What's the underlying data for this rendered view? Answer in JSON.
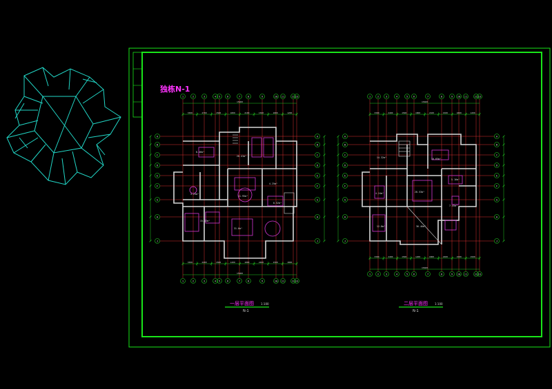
{
  "drawing": {
    "title": "独栋N-1",
    "colors": {
      "frame": "#19e619",
      "axis": "#e03030",
      "dimension": "#22cc22",
      "wall": "#d8d8d8",
      "furniture": "#d838d8",
      "roof": "#22d8c8",
      "title": "#ff33ff"
    }
  },
  "roof_plan": {
    "label": ""
  },
  "plans": [
    {
      "id": "first",
      "caption": "一层平面图",
      "scale": "1:100",
      "sub": "N-1",
      "total_dim": "15900",
      "col_labels": [
        "1",
        "2",
        "3",
        "4",
        "5",
        "6",
        "7",
        "8",
        "9",
        "10",
        "11",
        "12",
        "13"
      ],
      "row_labels": [
        "A",
        "B",
        "C",
        "D",
        "E",
        "F",
        "G",
        "H",
        "J"
      ],
      "top_dims": [
        "3300",
        "2700",
        "1500",
        "1800",
        "2100",
        "1500",
        "1800",
        "1200"
      ],
      "bottom_dims": [
        "3300",
        "2400",
        "1500",
        "1200",
        "1800",
        "2400",
        "1500",
        "1800"
      ],
      "rooms": [
        {
          "label": "8.46m²"
        },
        {
          "label": "4.24m²"
        },
        {
          "label": "15.22m²"
        },
        {
          "label": "26.41m²"
        },
        {
          "label": "11.95m²"
        },
        {
          "label": "31.6m²"
        },
        {
          "label": "4.25m²"
        },
        {
          "label": "8.52m²"
        }
      ]
    },
    {
      "id": "second",
      "caption": "二层平面图",
      "scale": "1:100",
      "sub": "N-1",
      "total_dim": "15600",
      "col_labels": [
        "1",
        "2",
        "3",
        "4",
        "5",
        "6",
        "7",
        "8",
        "9",
        "10",
        "11",
        "12",
        "13"
      ],
      "row_labels": [
        "A",
        "B",
        "C",
        "D",
        "E",
        "F",
        "G",
        "H",
        "J"
      ],
      "top_dims": [
        "3300",
        "2400",
        "1500",
        "1800",
        "2100",
        "1500",
        "1800",
        "1200"
      ],
      "bottom_dims": [
        "3300",
        "2400",
        "1500",
        "1200",
        "1800",
        "2400",
        "1500",
        "1500"
      ],
      "rooms": [
        {
          "label": "14.32m²"
        },
        {
          "label": "4.24m²"
        },
        {
          "label": "28.53m²"
        },
        {
          "label": "10.65m²"
        },
        {
          "label": "36.46m²"
        },
        {
          "label": "12.8m²"
        },
        {
          "label": "5.16m²"
        },
        {
          "label": "7.45m²"
        }
      ]
    }
  ]
}
